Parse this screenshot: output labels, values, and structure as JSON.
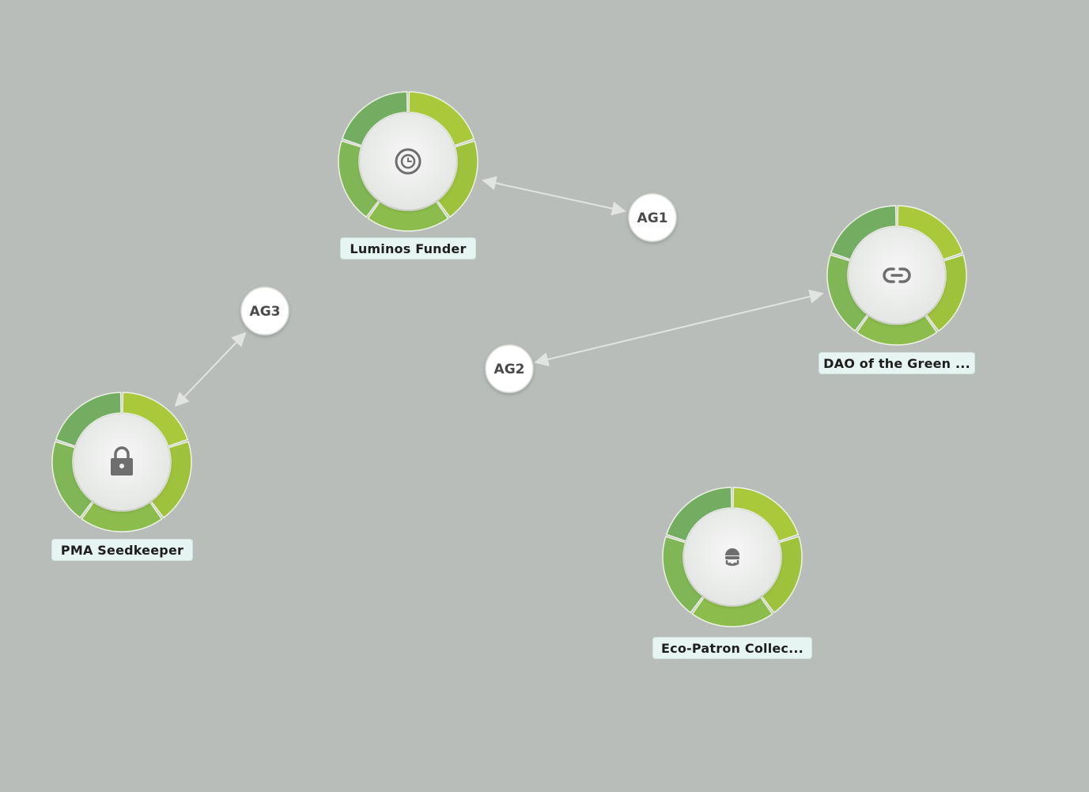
{
  "nodes": [
    {
      "id": "luminos",
      "label": "Luminos Funder",
      "icon": "target-clock-icon"
    },
    {
      "id": "dao",
      "label": "DAO of the Green ...",
      "icon": "link-icon"
    },
    {
      "id": "pma",
      "label": "PMA Seedkeeper",
      "icon": "lock-icon"
    },
    {
      "id": "eco",
      "label": "Eco-Patron Collec...",
      "icon": "robber-mask-icon"
    }
  ],
  "agents": [
    {
      "id": "ag1",
      "label": "AG1"
    },
    {
      "id": "ag2",
      "label": "AG2"
    },
    {
      "id": "ag3",
      "label": "AG3"
    }
  ],
  "edges": [
    {
      "from": "luminos",
      "to": "ag1",
      "direction": "bidirectional"
    },
    {
      "from": "dao",
      "to": "ag2",
      "direction": "bidirectional"
    },
    {
      "from": "pma",
      "to": "ag3",
      "direction": "bidirectional"
    }
  ],
  "ring_segments": 5,
  "colors": {
    "background": "#b8bdb9",
    "segment_top_right": "#a9c93a",
    "segment_right": "#9ec23c",
    "segment_bottom": "#8cbd4c",
    "segment_left": "#80b655",
    "segment_top_left": "#73ad62",
    "edge": "#e2e4e2",
    "label_background": "#e6f4f2",
    "icon": "#6e6e6e"
  }
}
